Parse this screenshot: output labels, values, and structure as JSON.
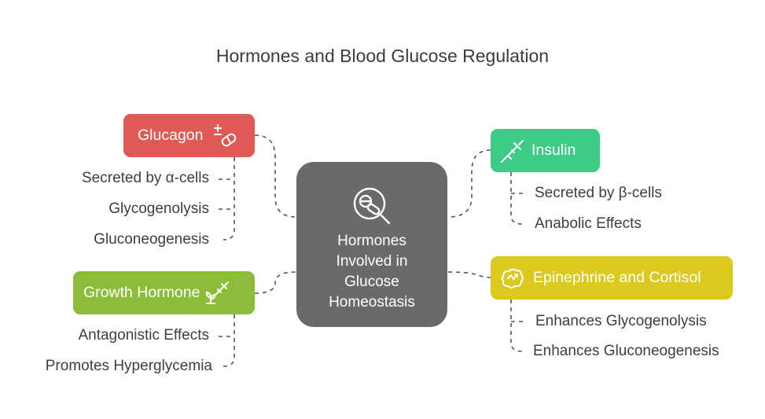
{
  "title": "Hormones and Blood Glucose Regulation",
  "center": {
    "lines": [
      "Hormones",
      "Involved in",
      "Glucose",
      "Homeostasis"
    ],
    "icon": "pills-magnifier-icon",
    "color": "#6a6a6a"
  },
  "glucagon": {
    "label": "Glucagon",
    "color": "#e05a55",
    "icon": "plus-minus-pill-icon",
    "items": [
      "Secreted by α-cells",
      "Glycogenolysis",
      "Gluconeogenesis"
    ]
  },
  "growth": {
    "label": "Growth Hormone",
    "color": "#8bbd3a",
    "icon": "syringe-plant-icon",
    "items": [
      "Antagonistic Effects",
      "Promotes Hyperglycemia"
    ]
  },
  "insulin": {
    "label": "Insulin",
    "color": "#3ecb85",
    "icon": "syringe-icon",
    "items": [
      "Secreted by β-cells",
      "Anabolic Effects"
    ]
  },
  "epinephrine": {
    "label": "Epinephrine and Cortisol",
    "color": "#dcc91d",
    "icon": "stress-brain-icon",
    "items": [
      "Enhances Glycogenolysis",
      "Enhances Gluconeogenesis"
    ]
  }
}
